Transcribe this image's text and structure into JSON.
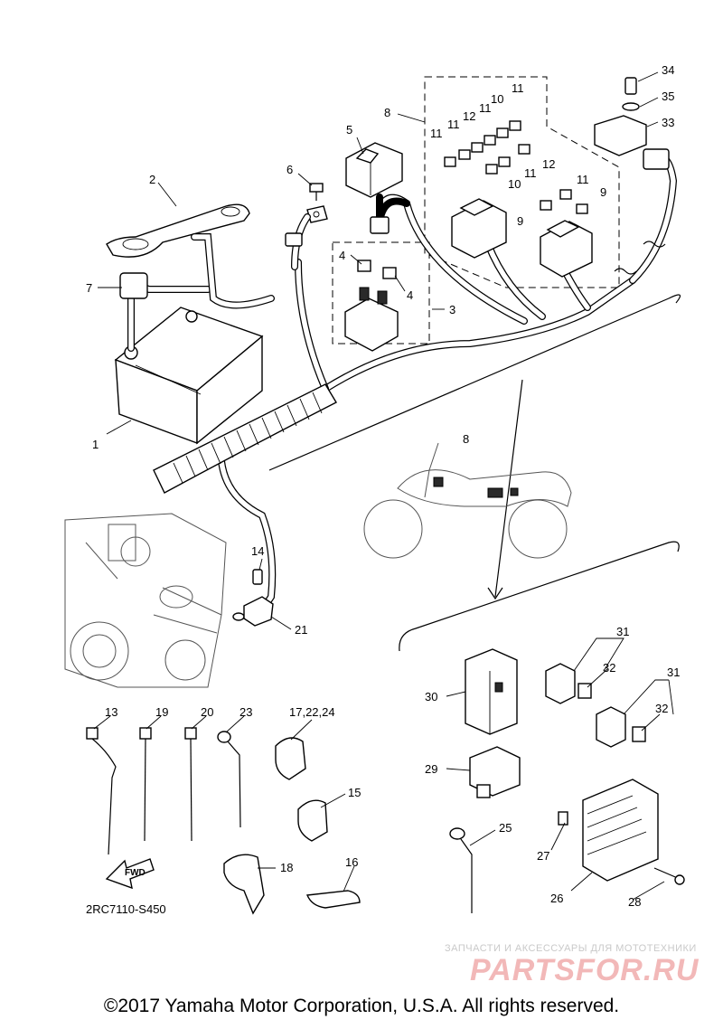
{
  "diagram": {
    "drawing_code": "2RC7110-S450",
    "fwd_label": "FWD",
    "callouts": {
      "c1": "1",
      "c2": "2",
      "c3": "3",
      "c4a": "4",
      "c4b": "4",
      "c5": "5",
      "c6": "6",
      "c7": "7",
      "c8": "8",
      "c8b": "8",
      "c9a": "9",
      "c9b": "9",
      "c10a": "10",
      "c10b": "10",
      "c11a": "11",
      "c11b": "11",
      "c11c": "11",
      "c11d": "11",
      "c11e": "11",
      "c11f": "11",
      "c12a": "12",
      "c12b": "12",
      "c13": "13",
      "c14": "14",
      "c15": "15",
      "c16": "16",
      "c17": "17,22,24",
      "c18": "18",
      "c19": "19",
      "c20": "20",
      "c21": "21",
      "c23": "23",
      "c25": "25",
      "c26": "26",
      "c27": "27",
      "c28": "28",
      "c29": "29",
      "c30": "30",
      "c31a": "31",
      "c31b": "31",
      "c32a": "32",
      "c32b": "32",
      "c33": "33",
      "c34": "34",
      "c35": "35"
    }
  },
  "footer": {
    "copyright": "©2017 Yamaha Motor Corporation, U.S.A. All rights reserved."
  },
  "watermark": {
    "tagline": "ЗАПЧАСТИ И АКСЕССУАРЫ ДЛЯ МОТОТЕХНИКИ",
    "logo": "PARTSFOR.RU"
  }
}
